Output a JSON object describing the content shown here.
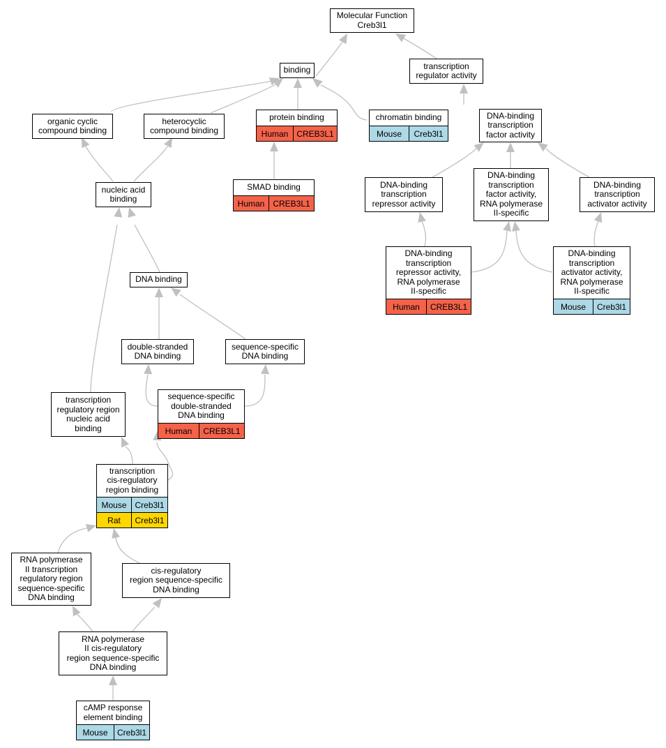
{
  "nodes": [
    {
      "id": "mf",
      "label": [
        "Molecular Function",
        "Creb3l1"
      ]
    },
    {
      "id": "binding",
      "label": [
        "binding"
      ]
    },
    {
      "id": "tra",
      "label": [
        "transcription",
        "regulator activity"
      ]
    },
    {
      "id": "ocb",
      "label": [
        "organic cyclic",
        "compound binding"
      ]
    },
    {
      "id": "hcb",
      "label": [
        "heterocyclic",
        "compound binding"
      ]
    },
    {
      "id": "pb",
      "label": [
        "protein binding"
      ],
      "ann": [
        {
          "species": "Human",
          "gene": "CREB3L1",
          "color": "#f4624a"
        }
      ]
    },
    {
      "id": "cb",
      "label": [
        "chromatin binding"
      ],
      "ann": [
        {
          "species": "Mouse",
          "gene": "Creb3l1",
          "color": "#add8e6"
        }
      ]
    },
    {
      "id": "dbtfa",
      "label": [
        "DNA-binding",
        "transcription",
        "factor activity"
      ]
    },
    {
      "id": "nab",
      "label": [
        "nucleic acid",
        "binding"
      ]
    },
    {
      "id": "smad",
      "label": [
        "SMAD binding"
      ],
      "ann": [
        {
          "species": "Human",
          "gene": "CREB3L1",
          "color": "#f4624a"
        }
      ]
    },
    {
      "id": "dbtra",
      "label": [
        "DNA-binding",
        "transcription",
        "repressor activity"
      ]
    },
    {
      "id": "dbtfa2",
      "label": [
        "DNA-binding",
        "transcription",
        "factor activity,",
        "RNA polymerase",
        "II-specific"
      ]
    },
    {
      "id": "dbtaa",
      "label": [
        "DNA-binding",
        "transcription",
        "activator activity"
      ]
    },
    {
      "id": "dbtra2",
      "label": [
        "DNA-binding",
        "transcription",
        "repressor activity,",
        "RNA polymerase",
        "II-specific"
      ],
      "ann": [
        {
          "species": "Human",
          "gene": "CREB3L1",
          "color": "#f4624a"
        }
      ]
    },
    {
      "id": "dbtaa2",
      "label": [
        "DNA-binding",
        "transcription",
        "activator activity,",
        "RNA polymerase",
        "II-specific"
      ],
      "ann": [
        {
          "species": "Mouse",
          "gene": "Creb3l1",
          "color": "#add8e6"
        }
      ]
    },
    {
      "id": "dnab",
      "label": [
        "DNA binding"
      ]
    },
    {
      "id": "dsdb",
      "label": [
        "double-stranded",
        "DNA binding"
      ]
    },
    {
      "id": "ssdb",
      "label": [
        "sequence-specific",
        "DNA binding"
      ]
    },
    {
      "id": "ssdsdb",
      "label": [
        "sequence-specific",
        "double-stranded",
        "DNA binding"
      ],
      "ann": [
        {
          "species": "Human",
          "gene": "CREB3L1",
          "color": "#f4624a"
        }
      ]
    },
    {
      "id": "trrnab",
      "label": [
        "transcription",
        "regulatory region",
        "nucleic acid",
        "binding"
      ]
    },
    {
      "id": "tcrrb",
      "label": [
        "transcription",
        "cis-regulatory",
        "region binding"
      ],
      "ann": [
        {
          "species": "Mouse",
          "gene": "Creb3l1",
          "color": "#add8e6"
        },
        {
          "species": "Rat",
          "gene": "Creb3l1",
          "color": "#ffd700"
        }
      ]
    },
    {
      "id": "rnap2trr",
      "label": [
        "RNA polymerase",
        "II transcription",
        "regulatory region",
        "sequence-specific",
        "DNA binding"
      ]
    },
    {
      "id": "crrssdb",
      "label": [
        "cis-regulatory",
        "region sequence-specific",
        "DNA binding"
      ]
    },
    {
      "id": "rnap2crr",
      "label": [
        "RNA polymerase",
        "II cis-regulatory",
        "region sequence-specific",
        "DNA binding"
      ]
    },
    {
      "id": "camp",
      "label": [
        "cAMP response",
        "element binding"
      ],
      "ann": [
        {
          "species": "Mouse",
          "gene": "Creb3l1",
          "color": "#add8e6"
        }
      ]
    }
  ]
}
